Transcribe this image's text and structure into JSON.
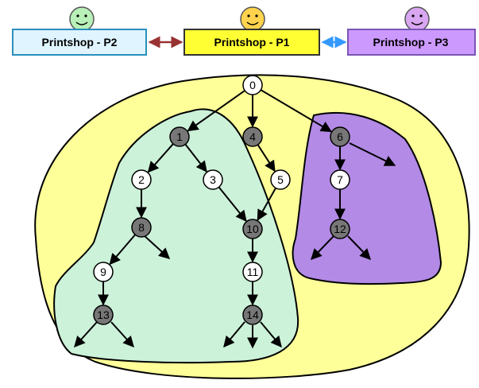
{
  "agents": [
    {
      "id": "p2",
      "label": "Printshop - P2",
      "box_color": "#dff4ff",
      "face_color": "#b8f0b8"
    },
    {
      "id": "p1",
      "label": "Printshop - P1",
      "box_color": "#ffff33",
      "face_color": "#ffd34d"
    },
    {
      "id": "p3",
      "label": "Printshop - P3",
      "box_color": "#cc99ff",
      "face_color": "#d9a6f2"
    }
  ],
  "links": [
    {
      "from": "p2",
      "to": "p1",
      "color": "#993333"
    },
    {
      "from": "p1",
      "to": "p3",
      "color": "#3399ff"
    }
  ],
  "regions": [
    {
      "id": "whole-tree",
      "color": "#ffff99"
    },
    {
      "id": "p2-region",
      "color": "#ccf2d9"
    },
    {
      "id": "p3-region",
      "color": "#b38ae6"
    }
  ],
  "nodes": [
    {
      "id": "0",
      "label": "0",
      "fill": "#ffffff"
    },
    {
      "id": "1",
      "label": "1",
      "fill": "#777777"
    },
    {
      "id": "4",
      "label": "4",
      "fill": "#777777"
    },
    {
      "id": "6",
      "label": "6",
      "fill": "#777777"
    },
    {
      "id": "2",
      "label": "2",
      "fill": "#ffffff"
    },
    {
      "id": "3",
      "label": "3",
      "fill": "#ffffff"
    },
    {
      "id": "5",
      "label": "5",
      "fill": "#ffffff"
    },
    {
      "id": "7",
      "label": "7",
      "fill": "#ffffff"
    },
    {
      "id": "8",
      "label": "8",
      "fill": "#777777"
    },
    {
      "id": "10",
      "label": "10",
      "fill": "#777777"
    },
    {
      "id": "12",
      "label": "12",
      "fill": "#777777"
    },
    {
      "id": "9",
      "label": "9",
      "fill": "#ffffff"
    },
    {
      "id": "11",
      "label": "11",
      "fill": "#ffffff"
    },
    {
      "id": "13",
      "label": "13",
      "fill": "#777777"
    },
    {
      "id": "14",
      "label": "14",
      "fill": "#777777"
    }
  ],
  "edges": [
    [
      "0",
      "1"
    ],
    [
      "0",
      "4"
    ],
    [
      "0",
      "6"
    ],
    [
      "1",
      "2"
    ],
    [
      "1",
      "3"
    ],
    [
      "4",
      "5"
    ],
    [
      "6",
      "7"
    ],
    [
      "2",
      "8"
    ],
    [
      "3",
      "10"
    ],
    [
      "5",
      "10"
    ],
    [
      "7",
      "12"
    ],
    [
      "8",
      "9"
    ],
    [
      "10",
      "11"
    ],
    [
      "9",
      "13"
    ],
    [
      "11",
      "14"
    ]
  ]
}
